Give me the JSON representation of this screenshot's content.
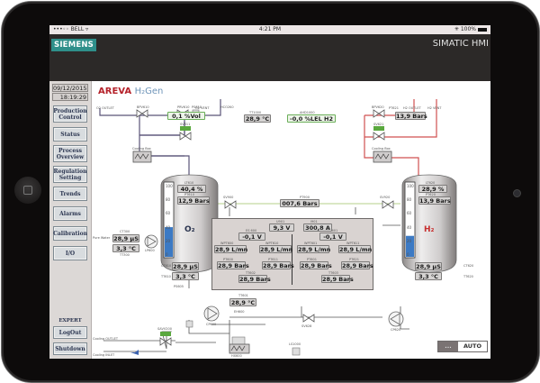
{
  "device": {
    "status_bar": {
      "carrier": "•••◦◦ BELL ▿",
      "time": "4:21 PM",
      "battery": "✳ 100%"
    }
  },
  "header": {
    "logo": "SIEMENS",
    "title": "SIMATIC HMI"
  },
  "sidebar": {
    "date": "09/12/2015",
    "time": "18:19:29",
    "items": [
      {
        "label": "Production Control"
      },
      {
        "label": "Status"
      },
      {
        "label": "Process Overview"
      },
      {
        "label": "Regulation Setting"
      },
      {
        "label": "Trends"
      },
      {
        "label": "Alarms"
      },
      {
        "label": "Calibration"
      },
      {
        "label": "I/O"
      }
    ],
    "user_level": "EXPERT",
    "logout": "LogOut",
    "shutdown": "Shutdown"
  },
  "brand": {
    "areva": "AREVA",
    "h2gen": "H₂Gen"
  },
  "labels": {
    "o2_outlet": "O2 OUTLET",
    "o2_vent": "O2 VENT",
    "h2_outlet": "H2 OUTLET",
    "h2_vent": "H2 VENT",
    "pure_water": "Pure Water",
    "cooling_outlet": "Cooling OUTLET",
    "cooling_inlet": "Cooling INLET",
    "cooling_box_o2": "Cooling Box",
    "cooling_box_h2": "Cooling Box",
    "o2": "O₂",
    "h2": "H₂"
  },
  "tags": {
    "bpv610": "BPV610",
    "prv610": "PRV610",
    "ps610": "PS610",
    "hcooo": "HCO2K0",
    "sv611": "SV611",
    "tt1000": "TT1000",
    "ahd1000": "AHD1000",
    "bpv620": "BPV620",
    "pt621": "PT621",
    "sv621": "SV621",
    "sv900": "SV900",
    "pt900": "PT900",
    "sv920": "SV920",
    "lt610": "LT610",
    "pt610": "PT610",
    "lt620": "LT620",
    "pt620": "PT620",
    "u901": "U901",
    "i901": "I901",
    "es600": "ES 600",
    "es601": "ES 601",
    "wpt600": "WPT600",
    "wpt610": "WPT610",
    "wpt601": "WPT601",
    "wpt611": "WPT611",
    "pt600": "PT600",
    "pt611": "PT611",
    "pt601": "PT601",
    "pt621b": "PT621",
    "tt602": "TT602",
    "tt603": "TT603",
    "ct300": "CT300",
    "tt300": "TT300",
    "lp600": "LP600",
    "ct610": "CT610",
    "tt610": "TT610",
    "ps605": "PS605",
    "ct620": "CT620",
    "tt620": "TT620",
    "tt601": "TT601",
    "eh600": "EH600",
    "cp600": "CP600",
    "cp620": "CP620",
    "sv628": "SV628",
    "hx600": "HX600",
    "savv200": "SAVV200",
    "ls1000": "LS1000"
  },
  "readings": {
    "o2_purity": "0,1 %Vol",
    "tt1000": "28,9 °C",
    "h2_lel": "-0,0 %LEL H2",
    "h2_pressure": "13,9 Bars",
    "pt900": "007,6 Bars",
    "o2_level": "40,4 %",
    "o2_pressure": "12,9 Bars",
    "h2_level": "28,9 %",
    "h2_tank_pressure": "13,9 Bars",
    "stack_voltage": "9,3 V",
    "stack_current": "300,8 A",
    "es600": "-0,1 V",
    "es601": "-0,1 V",
    "wpt600": "28,9 L/mn",
    "wpt610": "28,9 L/mn",
    "wpt601": "28,9 L/mn",
    "wpt611": "28,9 L/mn",
    "pt600": "28,9 Bars",
    "pt611": "28,9 Bars",
    "pt601": "28,9 Bars",
    "pt621": "28,9 Bars",
    "tt602": "28,9 Bars",
    "tt603": "28,9 Bars",
    "ct300": "28,9 µS",
    "tt300": "3,3 °C",
    "ct610": "28,9 µS",
    "tt610": "3,3 °C",
    "ct620": "28,9 µS",
    "tt620": "3,3 °C",
    "tt601": "28,9 °C"
  },
  "o2_gauge": {
    "ticks": [
      "100",
      "80",
      "60",
      "40",
      "20",
      "0"
    ],
    "level_percent": 40.4,
    "marker": "40"
  },
  "h2_gauge": {
    "ticks": [
      "100",
      "80",
      "60",
      "40",
      "20",
      "0"
    ],
    "level_percent": 28.9,
    "marker": "51"
  },
  "mode": {
    "left": "...",
    "right": "AUTO"
  },
  "colors": {
    "o2_line": "#5a5478",
    "h2_line": "#d05050",
    "link_line": "#b6d28a",
    "tank_level": "#3c7ac4",
    "valve_green": "#5aa83e",
    "brand_red": "#b5222a"
  }
}
